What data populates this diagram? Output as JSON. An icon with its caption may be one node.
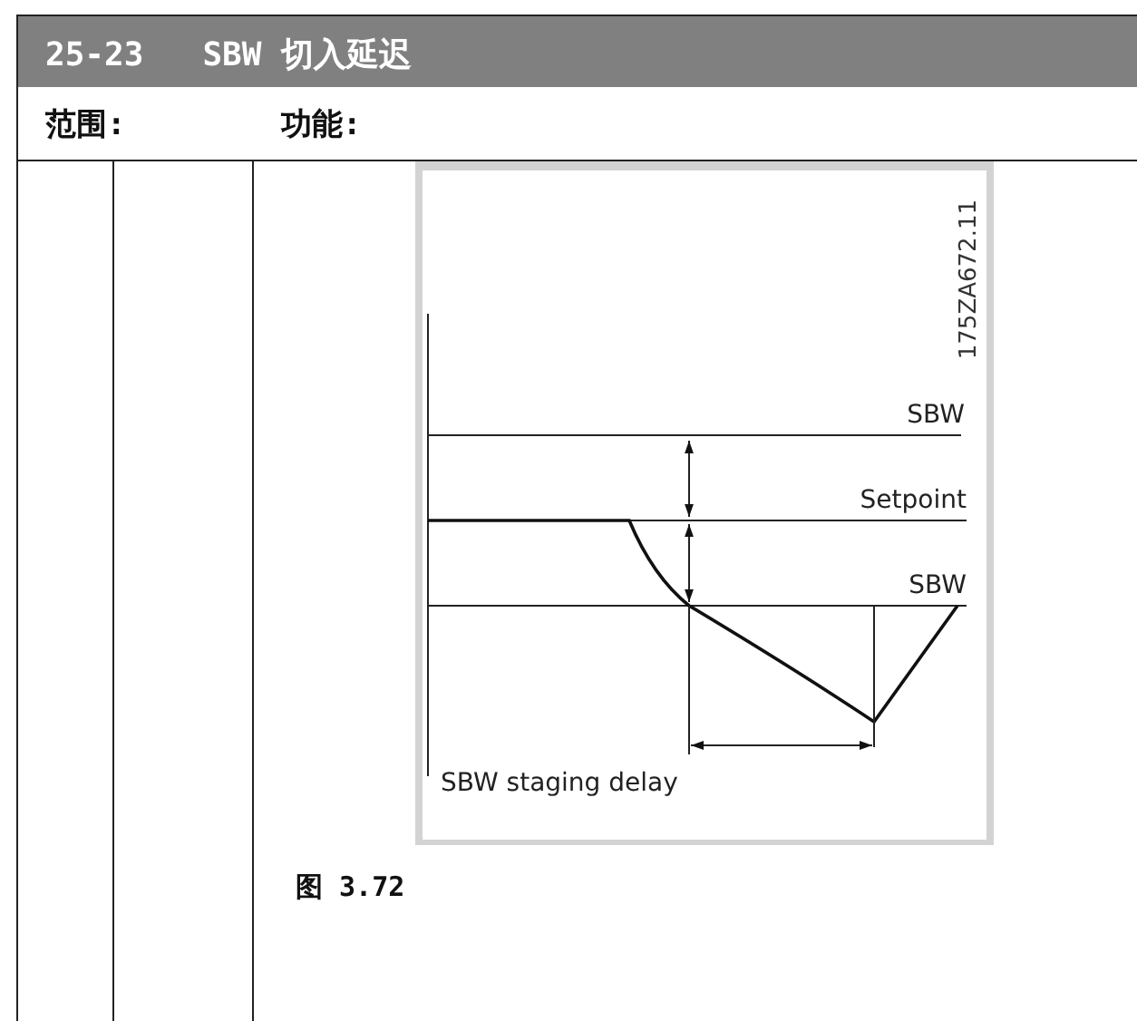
{
  "diagram": {
    "title": "25-23 SBW 切入延迟",
    "labels": [
      "范围:",
      "功能:",
      "175ZA672.11",
      "SBW",
      "Setpoint",
      "SBW",
      "SBW staging delay",
      "图 3.72"
    ]
  }
}
